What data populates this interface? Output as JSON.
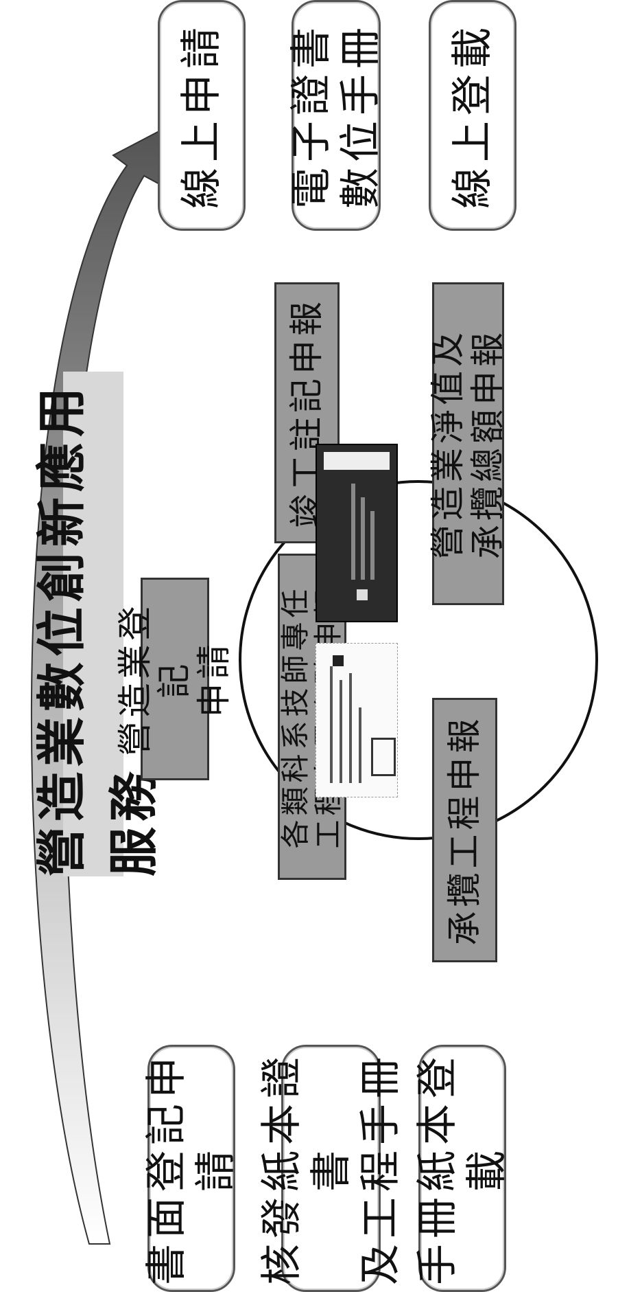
{
  "title": "營造業數位創新應用服務",
  "left_boxes": [
    {
      "label": "書面登記申請"
    },
    {
      "label": "核發紙本證書\n及工程手冊"
    },
    {
      "label": "手冊紙本登載"
    }
  ],
  "right_boxes": [
    {
      "label": "線上申請"
    },
    {
      "label": "電子證書\n數位手冊"
    },
    {
      "label": "線上登載"
    }
  ],
  "services": [
    {
      "label": "營造業登記\n申請"
    },
    {
      "label": "竣工註記申報"
    },
    {
      "label": "營造業淨值及\n承攬總額申報"
    },
    {
      "label": "承攬工程申報"
    },
    {
      "label": "各類科系技師專任\n工程人員介聘申報"
    }
  ],
  "colors": {
    "service_fill": "#9a9a9a",
    "title_fill": "#d8d8d8",
    "arrow_fill": "#6e6e6e"
  }
}
